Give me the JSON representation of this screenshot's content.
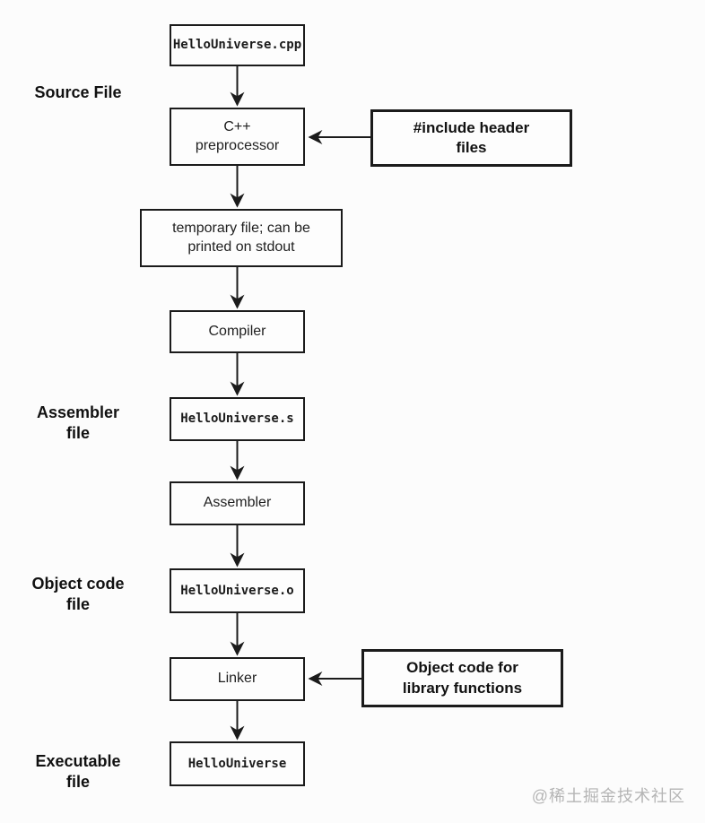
{
  "diagram": {
    "description": "C++ compilation pipeline flowchart",
    "nodes": [
      {
        "id": "hellouniverse-cpp",
        "text": "HelloUniverse.cpp",
        "kind": "file"
      },
      {
        "id": "cpp-preprocessor",
        "text": "C++\npreprocessor",
        "kind": "process"
      },
      {
        "id": "include-header-files",
        "text": "#include header\nfiles",
        "kind": "annotation"
      },
      {
        "id": "temporary-file",
        "text": "temporary file; can be\nprinted on stdout",
        "kind": "process"
      },
      {
        "id": "compiler",
        "text": "Compiler",
        "kind": "process"
      },
      {
        "id": "hellouniverse-s",
        "text": "HelloUniverse.s",
        "kind": "file"
      },
      {
        "id": "assembler",
        "text": "Assembler",
        "kind": "process"
      },
      {
        "id": "hellouniverse-o",
        "text": "HelloUniverse.o",
        "kind": "file"
      },
      {
        "id": "linker",
        "text": "Linker",
        "kind": "process"
      },
      {
        "id": "object-code-library",
        "text": "Object code for\nlibrary functions",
        "kind": "annotation"
      },
      {
        "id": "hellouniverse-exe",
        "text": "HelloUniverse",
        "kind": "file"
      }
    ],
    "side_labels": [
      {
        "id": "source-file",
        "text": "Source File"
      },
      {
        "id": "assembler-file",
        "text": "Assembler\nfile"
      },
      {
        "id": "object-code-file",
        "text": "Object code\nfile"
      },
      {
        "id": "executable-file",
        "text": "Executable\nfile"
      }
    ],
    "line_color": "#1b1b1b"
  },
  "watermark": {
    "text": "@稀土掘金技术社区",
    "color": "#b5b5b5"
  }
}
